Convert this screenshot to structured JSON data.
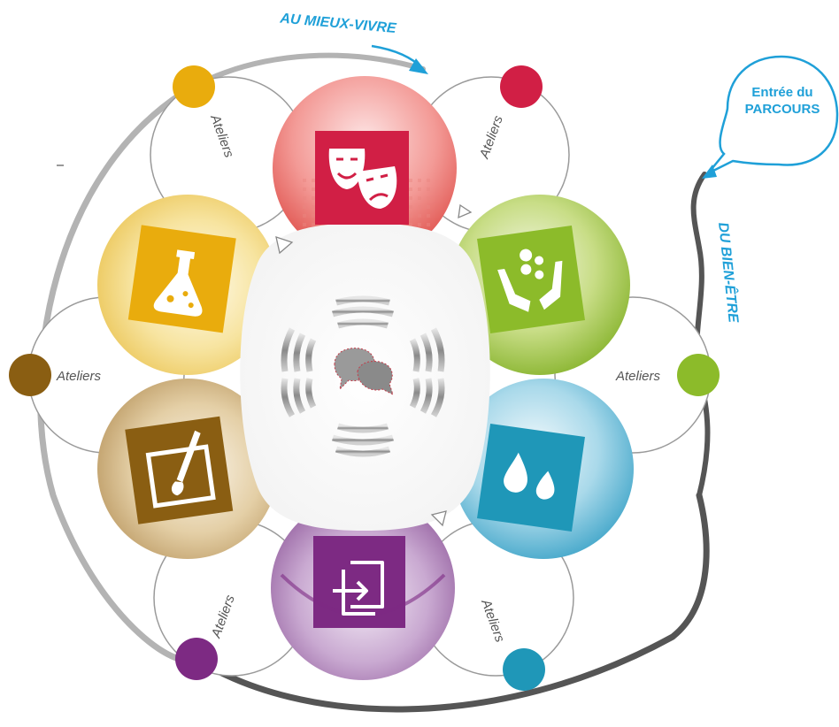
{
  "journey": {
    "top_label": "AU MIEUX-VIVRE",
    "side_label": "DU BIEN-ÊTRE",
    "entry_bubble": {
      "line1": "Entrée du",
      "line2": "PARCOURS"
    }
  },
  "workshops": [
    {
      "label": "Ateliers"
    },
    {
      "label": "Ateliers"
    },
    {
      "label": "Ateliers"
    },
    {
      "label": "Ateliers"
    },
    {
      "label": "Ateliers"
    },
    {
      "label": "Ateliers"
    }
  ],
  "colors": {
    "theatre": "#d11f45",
    "nature": "#8cbb2a",
    "water": "#1f97b8",
    "entrance": "#7d2a83",
    "arts": "#8a5e12",
    "science": "#e9ac0d",
    "accent_blue": "#1fa0d8",
    "track_light": "#b3b3b3",
    "track_dark": "#555555"
  },
  "modules": [
    {
      "theme": "theatre",
      "icon": "theatre-masks-icon"
    },
    {
      "theme": "nature",
      "icon": "hands-seeds-icon"
    },
    {
      "theme": "water",
      "icon": "water-drops-icon"
    },
    {
      "theme": "entrance",
      "icon": "entrance-door-icon"
    },
    {
      "theme": "arts",
      "icon": "paint-brush-icon"
    },
    {
      "theme": "science",
      "icon": "flask-icon"
    }
  ],
  "hub": {
    "icon": "chat-bubbles-icon"
  }
}
